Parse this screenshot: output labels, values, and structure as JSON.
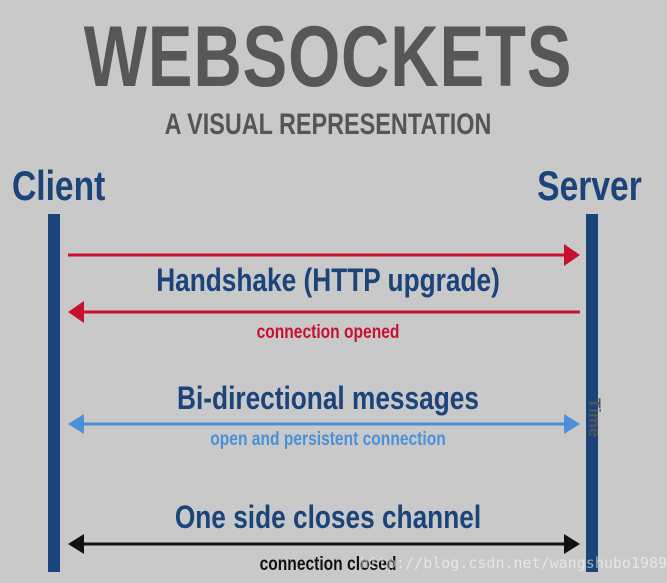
{
  "title": "WEBSOCKETS",
  "subtitle": "A VISUAL REPRESENTATION",
  "actors": {
    "client": "Client",
    "server": "Server"
  },
  "time_label": "Time",
  "messages": [
    {
      "direction": "client-to-server",
      "color": "#c8102e"
    },
    {
      "label": "Handshake (HTTP upgrade)"
    },
    {
      "direction": "server-to-client",
      "color": "#c8102e",
      "note": "connection opened"
    },
    {
      "label": "Bi-directional messages",
      "direction": "both",
      "color": "#4a90d9",
      "note": "open and persistent connection"
    },
    {
      "label": "One side closes channel",
      "direction": "both",
      "color": "#111111",
      "note": "connection closed"
    }
  ],
  "colors": {
    "background": "#c9c9c9",
    "lifeline": "#1b447a",
    "title": "#575757"
  },
  "watermark": "http://blog.csdn.net/wangshubo1989"
}
